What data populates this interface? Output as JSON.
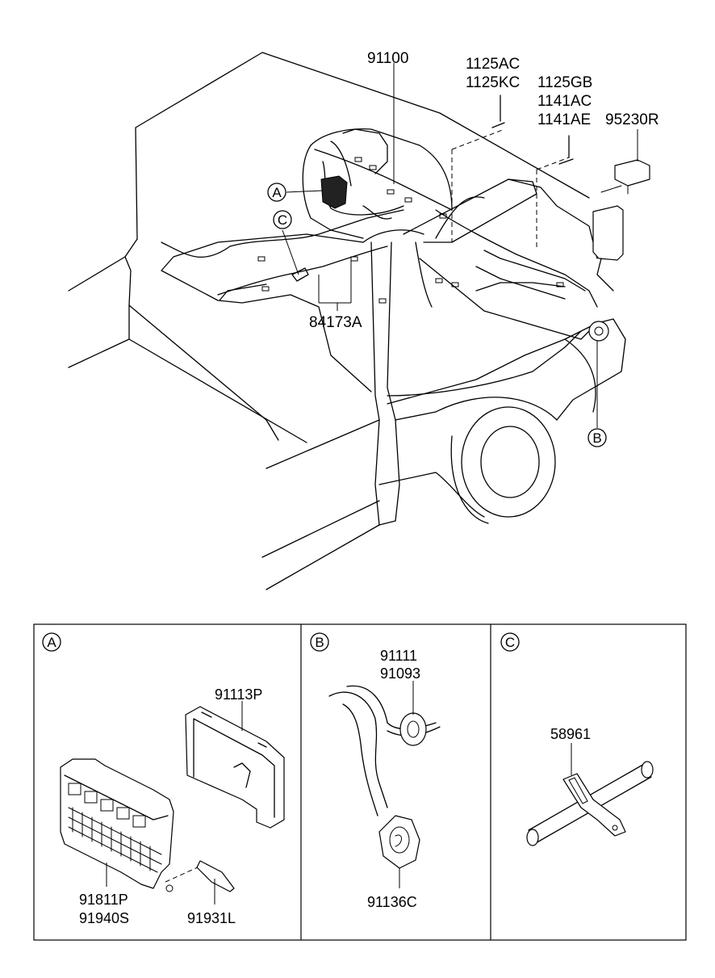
{
  "main_callouts": [
    {
      "id": "A",
      "label": "A"
    },
    {
      "id": "C",
      "label": "C"
    },
    {
      "id": "B",
      "label": "B"
    }
  ],
  "part_numbers": {
    "p91100": "91100",
    "p1125AC": "1125AC",
    "p1125KC": "1125KC",
    "p1125GB": "1125GB",
    "p1141AC": "1141AC",
    "p1141AE": "1141AE",
    "p95230R": "95230R",
    "p84173A": "84173A"
  },
  "detail_panels": [
    {
      "label": "A",
      "parts": [
        "91113P",
        "91811P",
        "91940S",
        "91931L"
      ]
    },
    {
      "label": "B",
      "parts": [
        "91111",
        "91093",
        "91136C"
      ]
    },
    {
      "label": "C",
      "parts": [
        "58961"
      ]
    }
  ]
}
